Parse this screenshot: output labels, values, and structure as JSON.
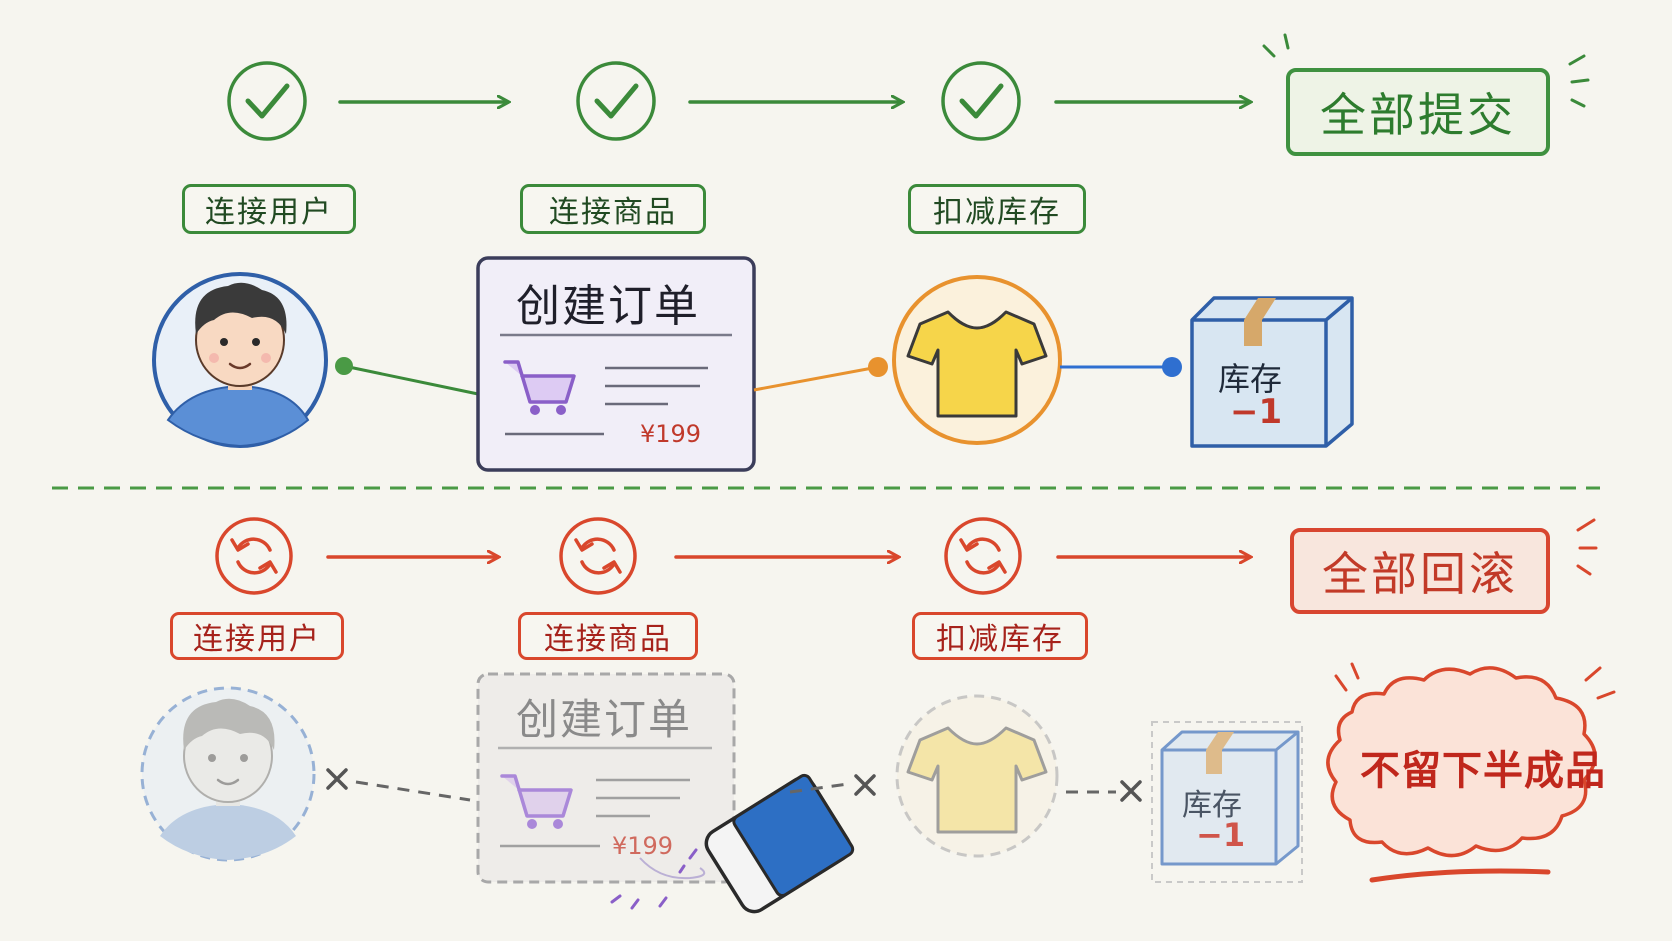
{
  "commit": {
    "steps": [
      {
        "label": "连接用户"
      },
      {
        "label": "连接商品"
      },
      {
        "label": "扣减库存"
      }
    ],
    "result": "全部提交",
    "order_title": "创建订单",
    "price": "¥199",
    "box_label": "库存",
    "box_delta": "−1"
  },
  "rollback": {
    "steps": [
      {
        "label": "连接用户"
      },
      {
        "label": "连接商品"
      },
      {
        "label": "扣减库存"
      }
    ],
    "result": "全部回滚",
    "order_title": "创建订单",
    "price": "¥199",
    "box_label": "库存",
    "box_delta": "−1",
    "slogan": "不留下半成品"
  },
  "colors": {
    "green": "#3b8a3a",
    "red": "#d9472c",
    "blue": "#2f5fa8",
    "orange": "#e8922e",
    "purple": "#9b6fd0",
    "divider": "#4a9a45"
  },
  "icons": [
    "check-circle-icon",
    "arrow-right-icon",
    "rollback-icon",
    "user-avatar-icon",
    "order-card-icon",
    "shopping-cart-icon",
    "tshirt-icon",
    "inventory-box-icon",
    "eraser-icon",
    "cross-icon",
    "burst-cloud-icon"
  ]
}
